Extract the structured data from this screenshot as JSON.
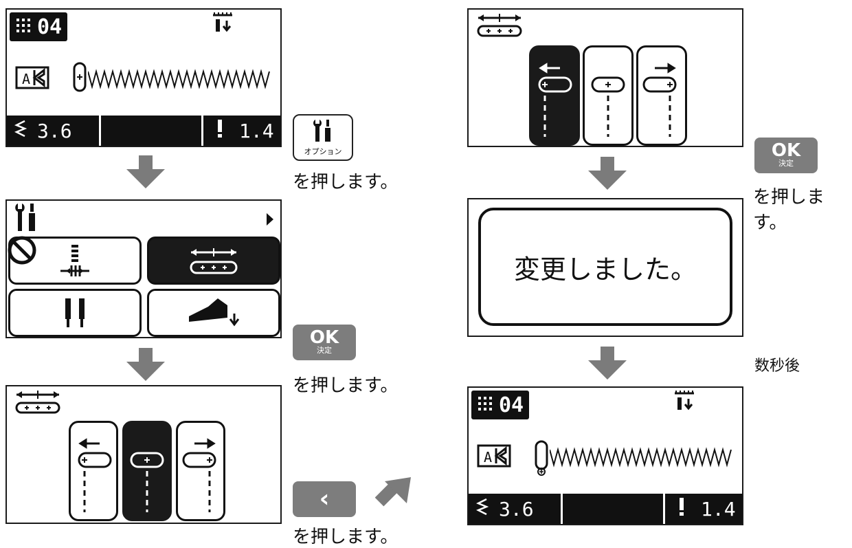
{
  "screens": {
    "stitch": {
      "pattern_number": "04",
      "stitch_width": "3.6",
      "stitch_length": "1.4"
    },
    "option_menu": {},
    "needle_position": {},
    "confirmation": {
      "message": "変更しました。"
    }
  },
  "buttons": {
    "option": {
      "label": "オプション",
      "icon": "tools-icon"
    },
    "ok": {
      "label": "OK",
      "sub_label": "決定"
    },
    "back": {
      "label": "‹"
    }
  },
  "captions": {
    "press": "を押します。",
    "after_seconds": "数秒後"
  },
  "colors": {
    "screen_dark": "#1a1a1a",
    "button_gray": "#7d7d7d",
    "arrow_gray": "#7b7b7b"
  }
}
